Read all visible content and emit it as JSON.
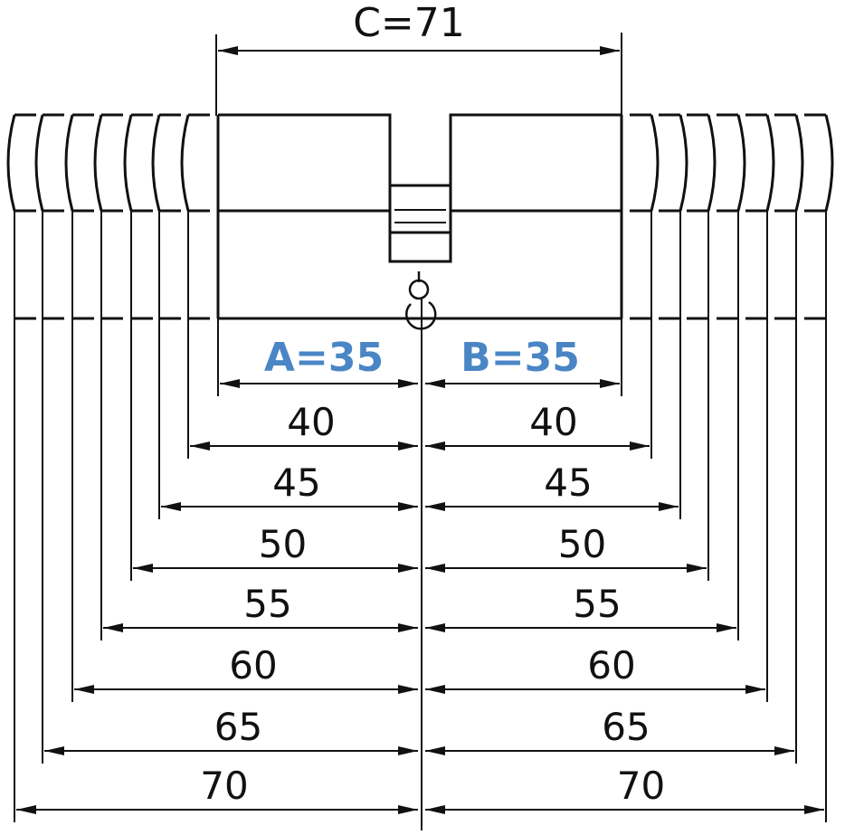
{
  "overall": {
    "label": "C=71"
  },
  "side_a": {
    "label": "A=35"
  },
  "side_b": {
    "label": "B=35"
  },
  "left_lengths": [
    "40",
    "45",
    "50",
    "55",
    "60",
    "65",
    "70"
  ],
  "right_lengths": [
    "40",
    "45",
    "50",
    "55",
    "60",
    "65",
    "70"
  ],
  "colors": {
    "line": "#111111",
    "accent": "#4a86c5",
    "background": "#ffffff"
  },
  "icons": {
    "keyhole": "keyhole-icon"
  }
}
